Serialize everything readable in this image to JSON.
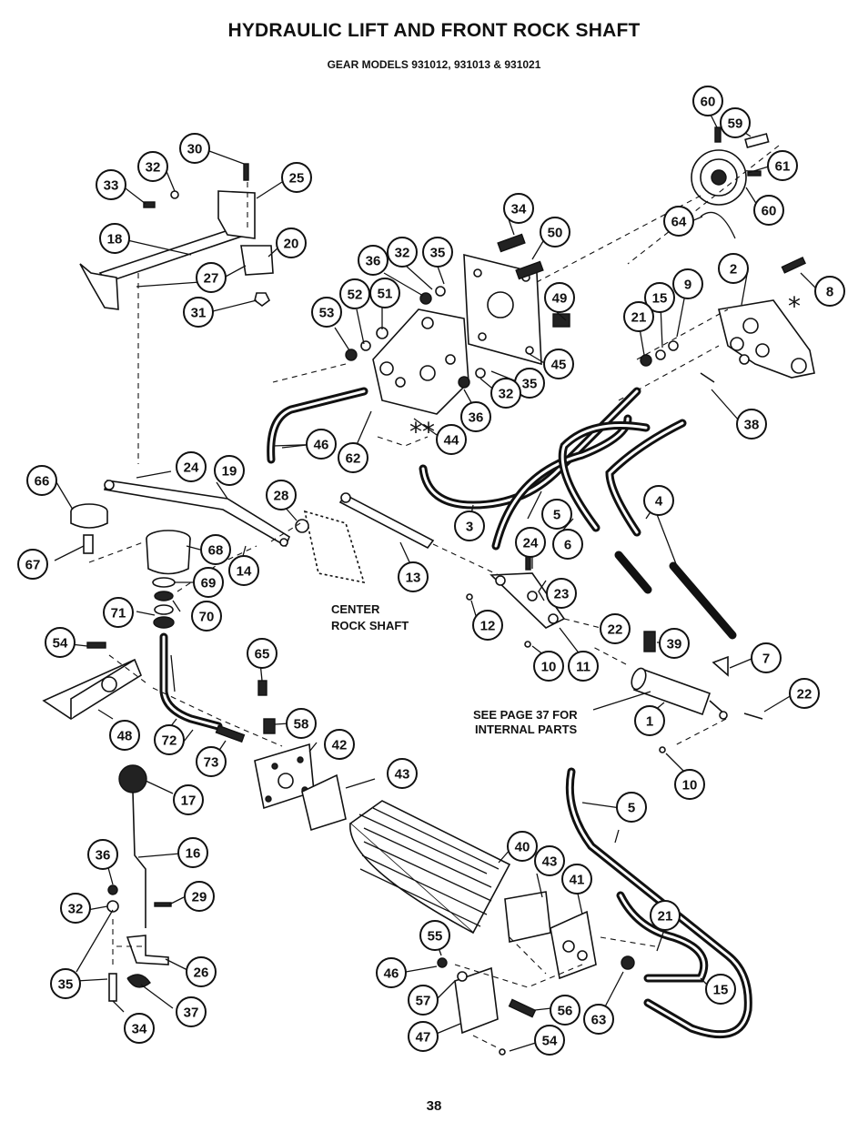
{
  "header": {
    "title": "HYDRAULIC LIFT AND FRONT ROCK SHAFT",
    "subtitle": "GEAR MODELS 931012, 931013 & 931021"
  },
  "notes": {
    "center_rock_shaft_line1": "CENTER",
    "center_rock_shaft_line2": "ROCK SHAFT",
    "see_page_line1": "SEE PAGE 37 FOR",
    "see_page_line2": "INTERNAL PARTS",
    "single_star": "*",
    "double_star": "**"
  },
  "callouts": [
    "60",
    "59",
    "61",
    "60",
    "64",
    "30",
    "32",
    "33",
    "25",
    "18",
    "27",
    "20",
    "31",
    "34",
    "50",
    "36",
    "32",
    "35",
    "52",
    "51",
    "53",
    "49",
    "45",
    "35",
    "32",
    "36",
    "44",
    "46",
    "62",
    "2",
    "8",
    "15",
    "9",
    "21",
    "38",
    "66",
    "24",
    "19",
    "28",
    "67",
    "68",
    "14",
    "13",
    "69",
    "70",
    "71",
    "5",
    "6",
    "3",
    "4",
    "24",
    "23",
    "12",
    "22",
    "10",
    "11",
    "39",
    "54",
    "65",
    "58",
    "48",
    "72",
    "73",
    "42",
    "43",
    "7",
    "1",
    "22",
    "10",
    "17",
    "5",
    "16",
    "36",
    "29",
    "32",
    "26",
    "35",
    "37",
    "34",
    "40",
    "43",
    "41",
    "55",
    "46",
    "21",
    "15",
    "57",
    "56",
    "63",
    "47",
    "54"
  ],
  "footer": {
    "page_number": "38"
  }
}
